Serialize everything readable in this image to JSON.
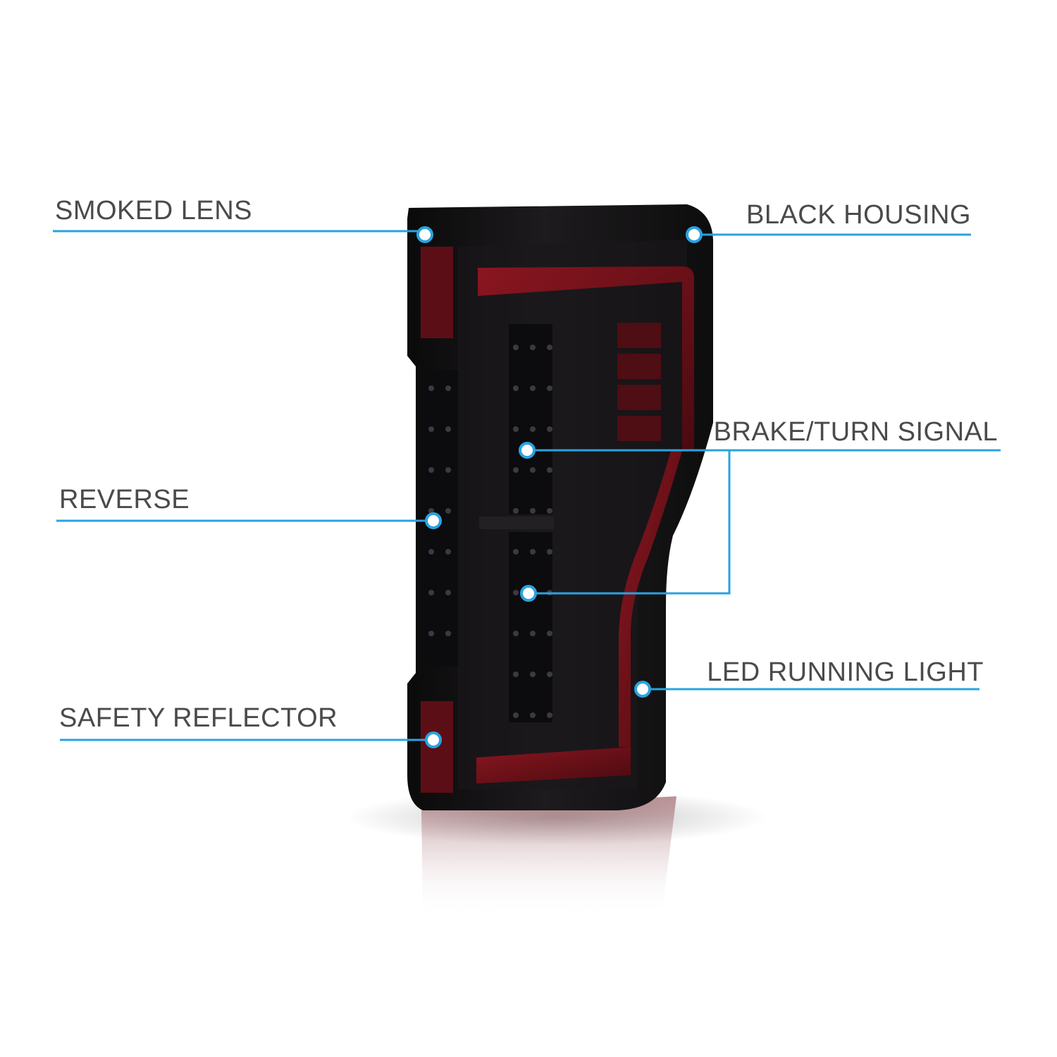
{
  "callouts": {
    "smoked_lens": "SMOKED LENS",
    "black_housing": "BLACK HOUSING",
    "brake_turn_signal": "BRAKE/TURN SIGNAL",
    "reverse": "REVERSE",
    "led_running_light": "LED RUNNING LIGHT",
    "safety_reflector": "SAFETY REFLECTOR"
  },
  "colors": {
    "callout_line": "#29a3e0",
    "label_text": "#4a4a4a",
    "housing": "#141214",
    "lens_red": "#6e1018",
    "background": "#ffffff"
  }
}
